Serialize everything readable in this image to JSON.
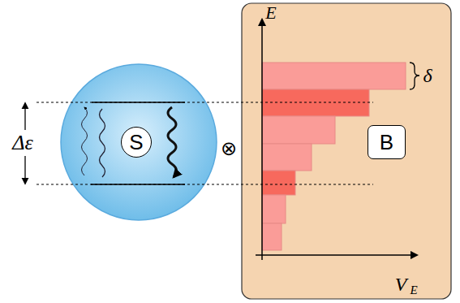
{
  "diagram": {
    "nodes": [
      {
        "text": [
          "S"
        ]
      },
      {
        "text": [
          "B"
        ]
      }
    ],
    "labels": [
      "Δε",
      "⊗",
      "E",
      "V",
      "E",
      "δ"
    ]
  }
}
